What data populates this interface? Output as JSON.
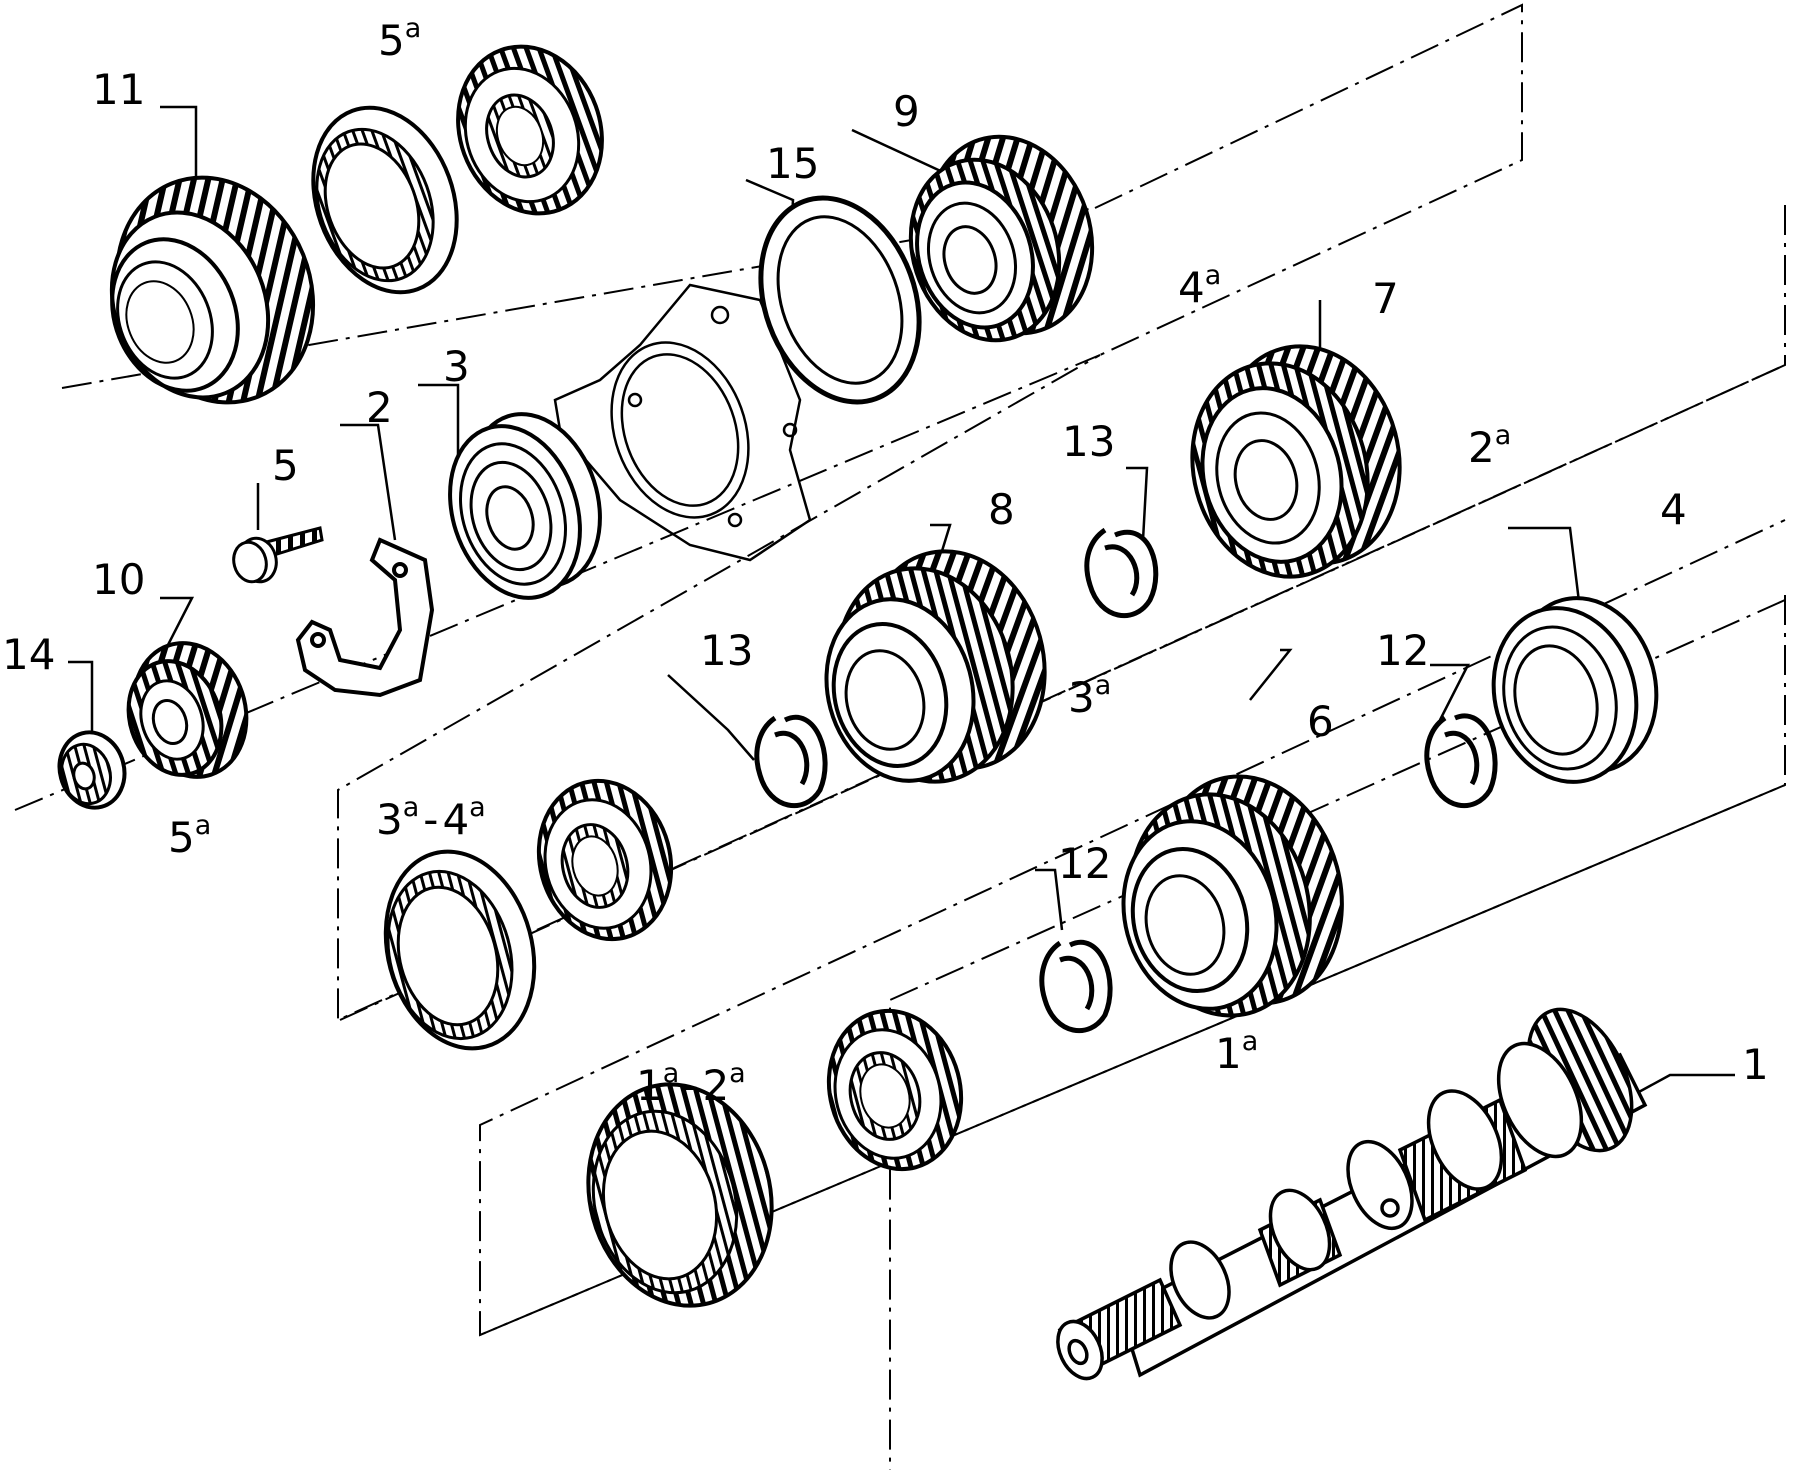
{
  "parts": [
    {
      "id": "1",
      "label": "1"
    },
    {
      "id": "2",
      "label": "2"
    },
    {
      "id": "3",
      "label": "3"
    },
    {
      "id": "4",
      "label": "4"
    },
    {
      "id": "5",
      "label": "5"
    },
    {
      "id": "6",
      "label": "6"
    },
    {
      "id": "7",
      "label": "7"
    },
    {
      "id": "8",
      "label": "8"
    },
    {
      "id": "9",
      "label": "9"
    },
    {
      "id": "10",
      "label": "10"
    },
    {
      "id": "11",
      "label": "11"
    },
    {
      "id": "12a",
      "label": "12"
    },
    {
      "id": "12b",
      "label": "12"
    },
    {
      "id": "13a",
      "label": "13"
    },
    {
      "id": "13b",
      "label": "13"
    },
    {
      "id": "14",
      "label": "14"
    },
    {
      "id": "15",
      "label": "15"
    }
  ],
  "gear_labels": {
    "fifth_top": {
      "num": "5",
      "sup": "a"
    },
    "fifth_bottom": {
      "num": "5",
      "sup": "a"
    },
    "fourth": {
      "num": "4",
      "sup": "a"
    },
    "second": {
      "num": "2",
      "sup": "a"
    },
    "third": {
      "num": "3",
      "sup": "a"
    },
    "first": {
      "num": "1",
      "sup": "a"
    },
    "sync_34": {
      "a": "3",
      "a_sup": "a",
      "sep": "-",
      "b": "4",
      "b_sup": "a"
    },
    "sync_12": {
      "a": "1",
      "a_sup": "a",
      "sep": "-",
      "b": "2",
      "b_sup": "a"
    }
  }
}
